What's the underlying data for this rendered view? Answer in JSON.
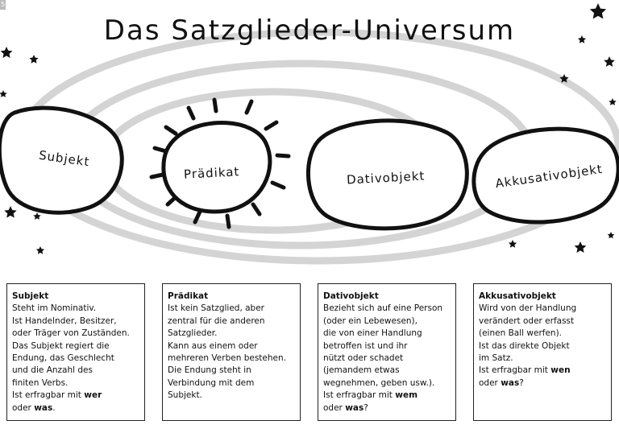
{
  "page_number": "5",
  "title": "Das Satzglieder-Universum",
  "planets": [
    {
      "id": "subjekt",
      "label": "Subjekt"
    },
    {
      "id": "praedikat",
      "label": "Prädikat"
    },
    {
      "id": "dativobjekt",
      "label": "Dativobjekt"
    },
    {
      "id": "akkusativobjekt",
      "label": "Akkusativobjekt"
    }
  ],
  "boxes": [
    {
      "title": "Subjekt",
      "lines": [
        [
          "Steht im Nominativ."
        ],
        [
          "Ist Handelnder, Besitzer,"
        ],
        [
          "oder Träger von Zuständen."
        ],
        [
          "Das Subjekt regiert die"
        ],
        [
          "Endung, das Geschlecht"
        ],
        [
          "und die Anzahl des"
        ],
        [
          "finiten Verbs."
        ],
        [
          "Ist erfragbar mit ",
          "wer"
        ],
        [
          "oder ",
          "was",
          "."
        ]
      ]
    },
    {
      "title": "Prädikat",
      "lines": [
        [
          "Ist kein Satzglied, aber"
        ],
        [
          "zentral für die anderen"
        ],
        [
          "Satzglieder."
        ],
        [
          "Kann aus einem oder"
        ],
        [
          "mehreren Verben bestehen."
        ],
        [
          "Die Endung steht in"
        ],
        [
          "Verbindung mit dem"
        ],
        [
          "Subjekt."
        ]
      ]
    },
    {
      "title": "Dativobjekt",
      "lines": [
        [
          "Bezieht sich auf eine Person"
        ],
        [
          "(oder ein Lebewesen),"
        ],
        [
          "die von einer Handlung"
        ],
        [
          "betroffen ist und ihr"
        ],
        [
          "nützt oder schadet"
        ],
        [
          "(jemandem etwas"
        ],
        [
          "wegnehmen, geben usw.)."
        ],
        [
          "Ist erfragbar mit ",
          "wem"
        ],
        [
          "oder ",
          "was",
          "?"
        ]
      ]
    },
    {
      "title": "Akkusativobjekt",
      "lines": [
        [
          "Wird von der Handlung"
        ],
        [
          "verändert oder erfasst"
        ],
        [
          "(einen Ball werfen)."
        ],
        [
          "Ist das direkte Objekt"
        ],
        [
          "im Satz."
        ],
        [
          "Ist erfragbar mit ",
          "wen"
        ],
        [
          "oder ",
          "was",
          "?"
        ]
      ]
    }
  ]
}
